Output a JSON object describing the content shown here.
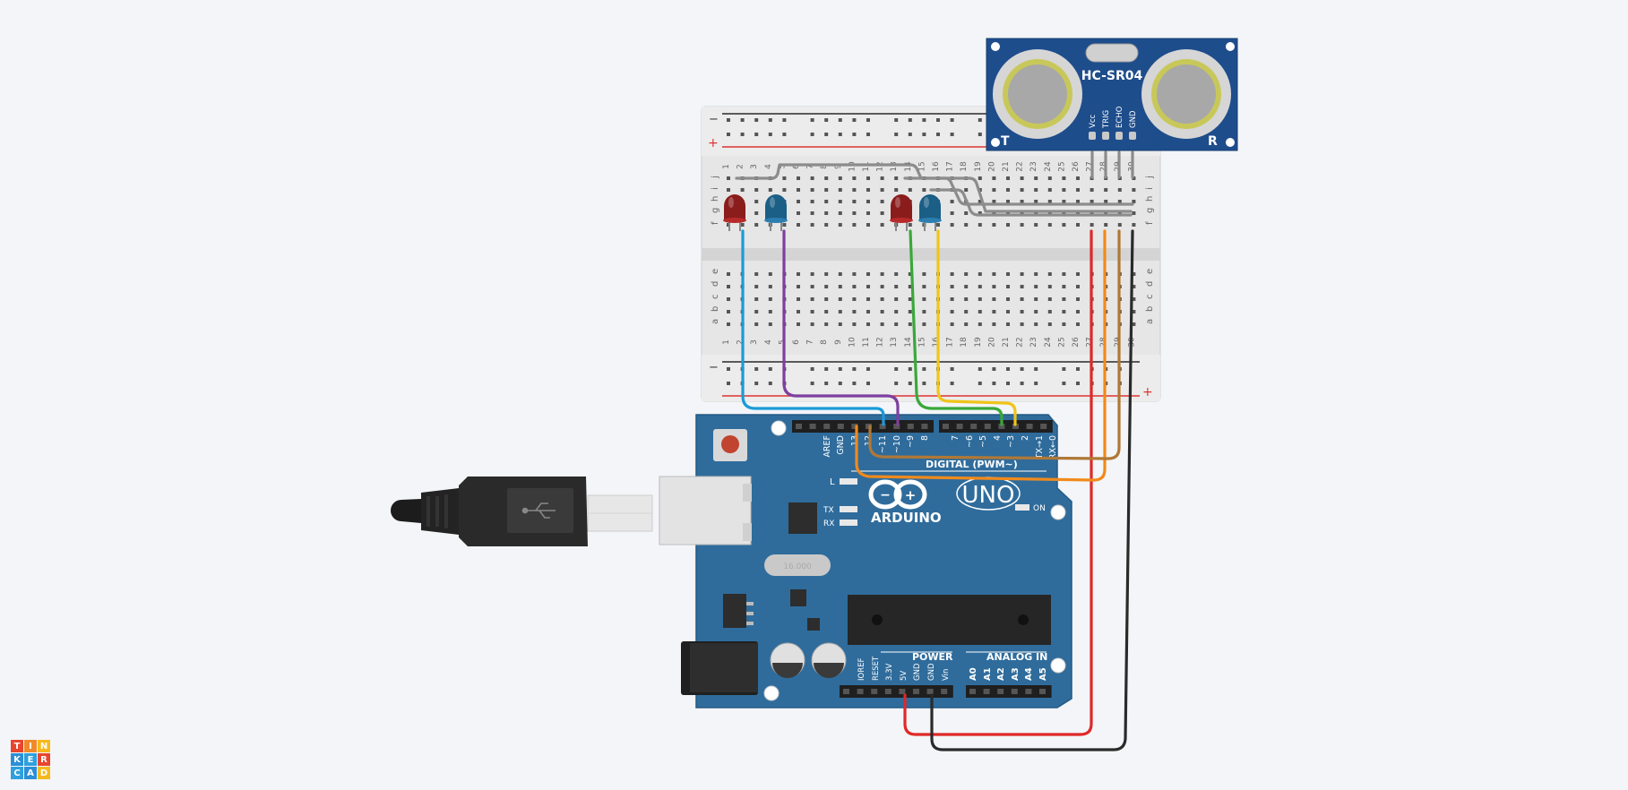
{
  "canvas": {
    "background": "#f3f5f8"
  },
  "logo": {
    "letters": [
      "T",
      "I",
      "N",
      "K",
      "E",
      "R",
      "C",
      "A",
      "D"
    ],
    "colors": [
      "#e8452f",
      "#f08a29",
      "#f6b91d",
      "#2c8fd6",
      "#2fa0dd",
      "#e8452f",
      "#2fa0dd",
      "#2c8fd6",
      "#f6b91d"
    ]
  },
  "breadboard": {
    "rail_minus": "−",
    "rail_plus": "+",
    "columns": [
      "1",
      "2",
      "3",
      "4",
      "5",
      "6",
      "7",
      "8",
      "9",
      "10",
      "11",
      "12",
      "13",
      "14",
      "15",
      "16",
      "17",
      "18",
      "19",
      "20",
      "21",
      "22",
      "23",
      "24",
      "25",
      "26",
      "27",
      "28",
      "29",
      "30"
    ],
    "rows_top": [
      "j",
      "i",
      "h",
      "g",
      "f"
    ],
    "rows_bottom": [
      "e",
      "d",
      "c",
      "b",
      "a"
    ]
  },
  "sensor": {
    "label": "HC-SR04",
    "left_mark": "T",
    "right_mark": "R",
    "pins": [
      "Vcc",
      "TRIG",
      "ECHO",
      "GND"
    ],
    "color": "#1e4d8c"
  },
  "arduino": {
    "brand": "ARDUINO",
    "model": "UNO",
    "digital_label": "DIGITAL (PWM~)",
    "power_label": "POWER",
    "analog_label": "ANALOG IN",
    "on_label": "ON",
    "l_label": "L",
    "tx_label": "TX",
    "rx_label": "RX",
    "crystal_label": "16.000",
    "digital_pins": [
      "AREF",
      "GND",
      "13",
      "12",
      "~11",
      "~10",
      "~9",
      "8",
      "7",
      "~6",
      "~5",
      "4",
      "~3",
      "2",
      "TX→1",
      "RX←0"
    ],
    "power_pins": [
      "IOREF",
      "RESET",
      "3.3V",
      "5V",
      "GND",
      "GND",
      "Vin"
    ],
    "analog_pins": [
      "A0",
      "A1",
      "A2",
      "A3",
      "A4",
      "A5"
    ],
    "board_color": "#2f6c9c"
  },
  "components": {
    "leds": [
      {
        "color": "red"
      },
      {
        "color": "blue"
      },
      {
        "color": "red"
      },
      {
        "color": "blue"
      }
    ]
  },
  "wire_colors": {
    "blue": "#1a9bd7",
    "purple": "#7e3fa0",
    "green": "#3aa83a",
    "yellow": "#f0c419",
    "red": "#e02828",
    "orange": "#f08a1c",
    "brown": "#b07836",
    "black": "#2a2a2a",
    "gray": "#8c8c8c"
  }
}
